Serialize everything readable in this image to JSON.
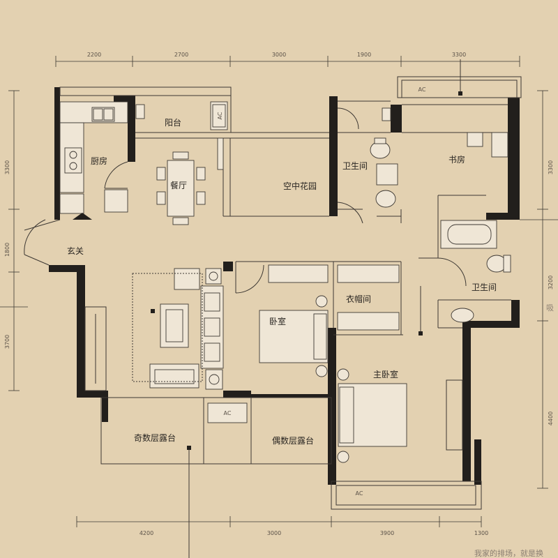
{
  "rooms": {
    "balcony": "阳台",
    "kitchen": "厨房",
    "dining": "餐厅",
    "sky_garden": "空中花园",
    "bath_1": "卫生间",
    "study": "书房",
    "foyer": "玄关",
    "cloakroom": "衣帽间",
    "bath_2": "卫生间",
    "bedroom": "卧室",
    "master_bedroom": "主卧室",
    "odd_terrace": "奇数层露台",
    "even_terrace": "偶数层露台"
  },
  "dims_top": [
    "2200",
    "2700",
    "3000",
    "1900",
    "3300"
  ],
  "dims_bottom": [
    "4200",
    "3000",
    "3900",
    "1300"
  ],
  "dims_left": [
    "3300",
    "1800",
    "3700"
  ],
  "dims_right": [
    "3300",
    "3200",
    "4400"
  ],
  "ac_label": "AC",
  "corner_text": "我家的排场，就是换",
  "side_text": "吸"
}
